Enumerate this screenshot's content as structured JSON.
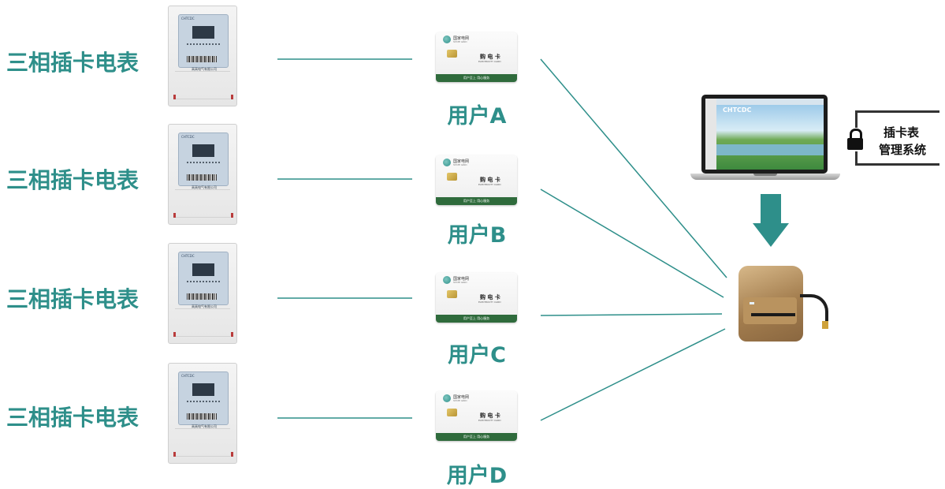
{
  "rows": [
    {
      "meter_label": "三相插卡电表",
      "user_label": "用户A",
      "card": {
        "grid_name": "国家电网",
        "grid_sub": "STATE GRID",
        "title": "购 电 卡",
        "subtitle": "ELECTRICITY CARD",
        "stripe": "用户至上  用心服务"
      }
    },
    {
      "meter_label": "三相插卡电表",
      "user_label": "用户B",
      "card": {
        "grid_name": "国家电网",
        "grid_sub": "STATE GRID",
        "title": "购 电 卡",
        "subtitle": "ELECTRICITY CARD",
        "stripe": "用户至上  用心服务"
      }
    },
    {
      "meter_label": "三相插卡电表",
      "user_label": "用户C",
      "card": {
        "grid_name": "国家电网",
        "grid_sub": "STATE GRID",
        "title": "购 电 卡",
        "subtitle": "ELECTRICITY CARD",
        "stripe": "用户至上  用心服务"
      }
    },
    {
      "meter_label": "三相插卡电表",
      "user_label": "用户D",
      "card": {
        "grid_name": "国家电网",
        "grid_sub": "STATE GRID",
        "title": "购 电 卡",
        "subtitle": "ELECTRICITY CARD",
        "stripe": "用户至上  用心服务"
      }
    }
  ],
  "meter": {
    "brand": "CHTCDC",
    "maker": "高高电气有限公司"
  },
  "system": {
    "line1": "插卡表",
    "line2": "管理系统"
  },
  "laptop": {
    "screen_brand": "CHTCDC"
  },
  "colors": {
    "accent": "#2e8f8a",
    "line": "#2e8f8a",
    "text_dark": "#111111"
  },
  "icons": {
    "lock": "lock-icon",
    "arrow": "arrow-down-icon",
    "reader": "card-reader-icon",
    "laptop": "laptop-icon"
  }
}
